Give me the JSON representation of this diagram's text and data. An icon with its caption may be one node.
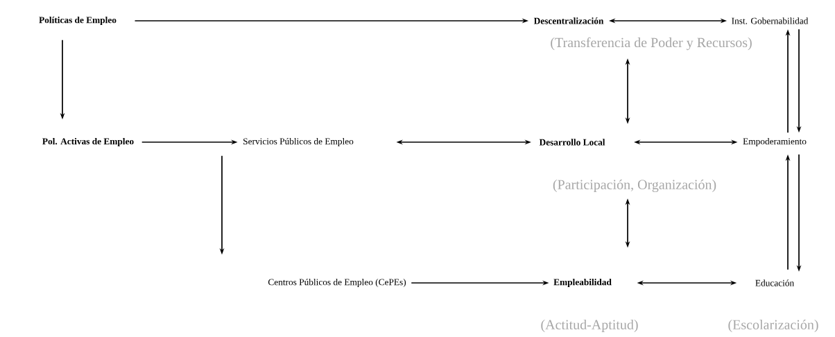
{
  "diagram": {
    "nodes": [
      {
        "text": [
          "Políticas de Empleo"
        ]
      },
      {
        "text": [
          "Descentralización"
        ],
        "beside": [
          "(Transferencia de Poder y Recursos)"
        ]
      },
      {
        "text": [
          "Inst. Gobernabilidad"
        ]
      },
      {
        "text": [
          "Pol. Activas de Empleo"
        ]
      },
      {
        "text": [
          "Servicios Públicos de Empleo"
        ]
      },
      {
        "text": [
          "Desarrollo Local"
        ],
        "beside": [
          "(Participación, Organización)"
        ]
      },
      {
        "text": [
          "Empoderamiento"
        ]
      },
      {
        "text": [
          "Centros Públicos de Empleo (CePEs)"
        ]
      },
      {
        "text": [
          "Empleabilidad"
        ],
        "beside": [
          "(Actitud-Aptitud)"
        ]
      },
      {
        "text": [
          "Educación"
        ],
        "beside": [
          "(Escolarización)"
        ]
      }
    ],
    "edges": [
      {
        "from": 0,
        "to": 1,
        "arrow": "to"
      },
      {
        "from": 1,
        "to": 2,
        "arrow": "both"
      },
      {
        "from": 0,
        "to": 3,
        "arrow": "to"
      },
      {
        "from": 1,
        "to": 5,
        "arrow": "both"
      },
      {
        "from": 2,
        "to": 6,
        "arrow": "to"
      },
      {
        "from": 6,
        "to": 2,
        "arrow": "to"
      },
      {
        "from": 3,
        "to": 4,
        "arrow": "to"
      },
      {
        "from": 4,
        "to": 5,
        "arrow": "both"
      },
      {
        "from": 5,
        "to": 6,
        "arrow": "both"
      },
      {
        "from": 4,
        "to": 7,
        "arrow": "to"
      },
      {
        "from": 7,
        "to": 8,
        "arrow": "to"
      },
      {
        "from": 5,
        "to": 8,
        "arrow": "both"
      },
      {
        "from": 8,
        "to": 9,
        "arrow": "both"
      },
      {
        "from": 9,
        "to": 6,
        "arrow": "to"
      },
      {
        "from": 6,
        "to": 9,
        "arrow": "to"
      }
    ]
  }
}
